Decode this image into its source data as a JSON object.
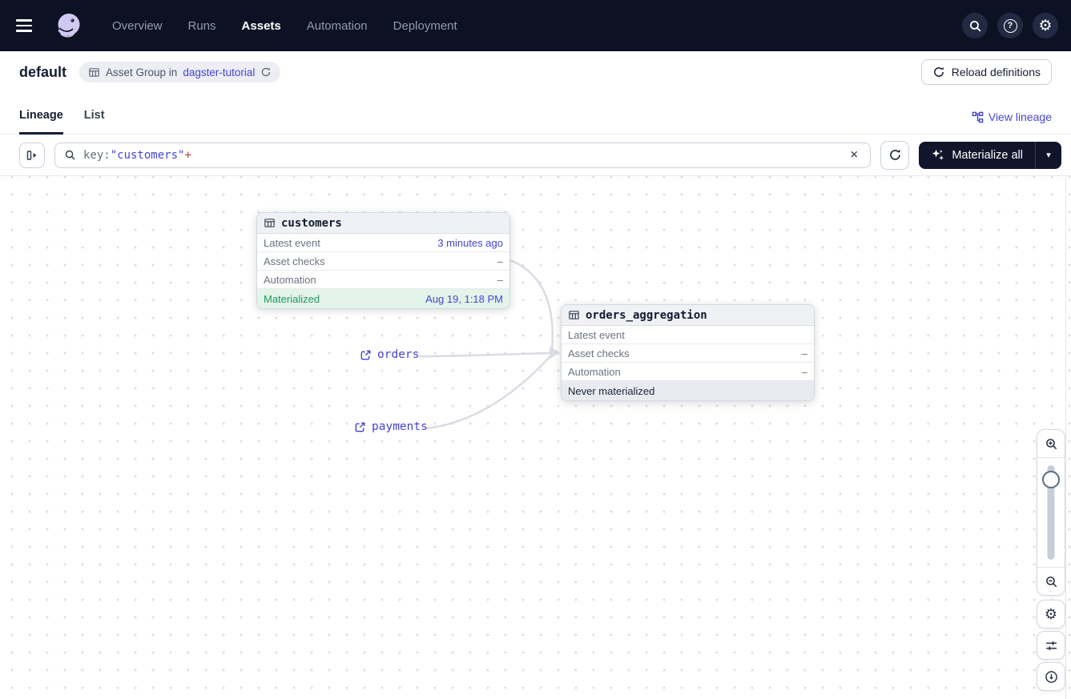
{
  "topnav": {
    "items": [
      "Overview",
      "Runs",
      "Assets",
      "Automation",
      "Deployment"
    ],
    "active_item": "Assets"
  },
  "header": {
    "title": "default",
    "badge": {
      "prefix": "Asset Group in",
      "link": "dagster-tutorial"
    },
    "reload_label": "Reload definitions"
  },
  "tabs": {
    "lineage": "Lineage",
    "list": "List",
    "active": "Lineage",
    "view_lineage_label": "View lineage"
  },
  "toolbar": {
    "search": {
      "key": "key:",
      "quoted": "\"customers\"",
      "plus": "+"
    },
    "materialize_label": "Materialize all"
  },
  "graph": {
    "nodes": [
      {
        "title": "customers",
        "rows": [
          {
            "label": "Latest event",
            "value": "3 minutes ago"
          },
          {
            "label": "Asset checks",
            "value": "–"
          },
          {
            "label": "Automation",
            "value": "–"
          }
        ],
        "status": {
          "label": "Materialized",
          "value": "Aug 19, 1:18 PM",
          "type": "materialized"
        }
      },
      {
        "title": "orders_aggregation",
        "rows": [
          {
            "label": "Latest event",
            "value": ""
          },
          {
            "label": "Asset checks",
            "value": "–"
          },
          {
            "label": "Automation",
            "value": "–"
          }
        ],
        "status": {
          "label": "Never materialized",
          "value": "",
          "type": "never"
        }
      }
    ],
    "external_assets": [
      {
        "label": "orders"
      },
      {
        "label": "payments"
      }
    ]
  },
  "icons": {
    "gear": "⚙",
    "help": "?",
    "close": "×",
    "caret": "▾"
  },
  "colors": {
    "nav_bg": "#0d1124",
    "accent_link": "#4643d6",
    "materialized_green": "#20975f",
    "materialized_bg": "#e4f4ea",
    "never_bg": "#e9ebf1",
    "edge": "#d9dce4",
    "danger_plus": "#c53a3a",
    "dark_button": "#11152b"
  }
}
